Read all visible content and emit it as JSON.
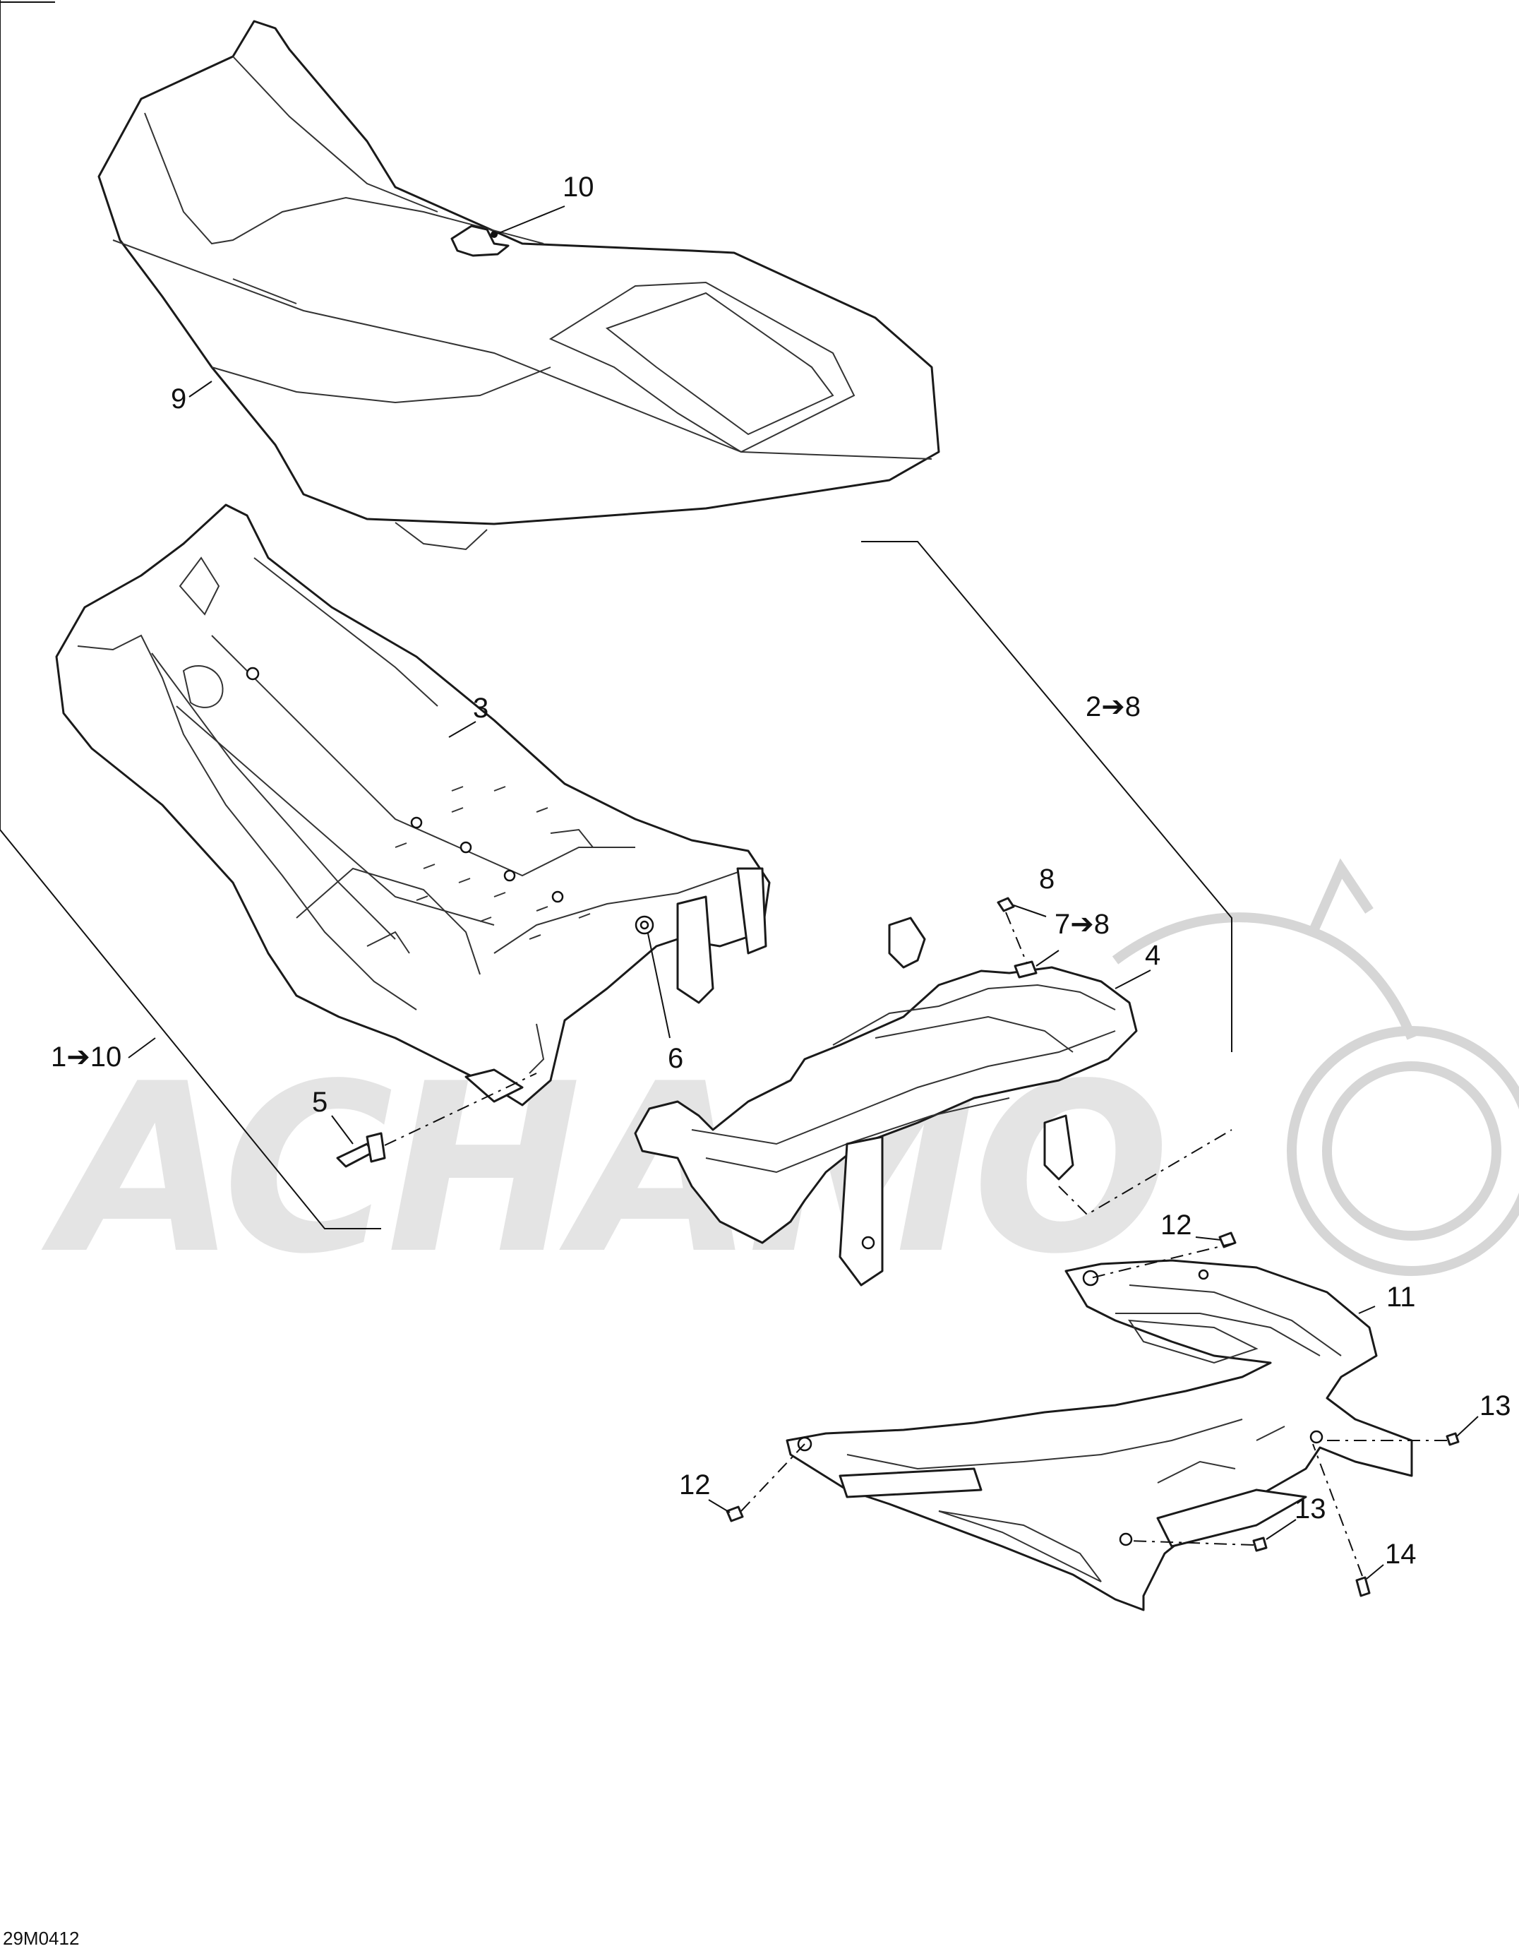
{
  "figure_id": "29M0412",
  "watermark": "ACHAMO",
  "callouts": {
    "c1": "1➔10",
    "c2": "2➔8",
    "c3": "3",
    "c4": "4",
    "c5": "5",
    "c6": "6",
    "c7": "7➔8",
    "c8": "8",
    "c9": "9",
    "c10": "10",
    "c11": "11",
    "c12a": "12",
    "c12b": "12",
    "c13a": "13",
    "c13b": "13",
    "c14": "14"
  }
}
